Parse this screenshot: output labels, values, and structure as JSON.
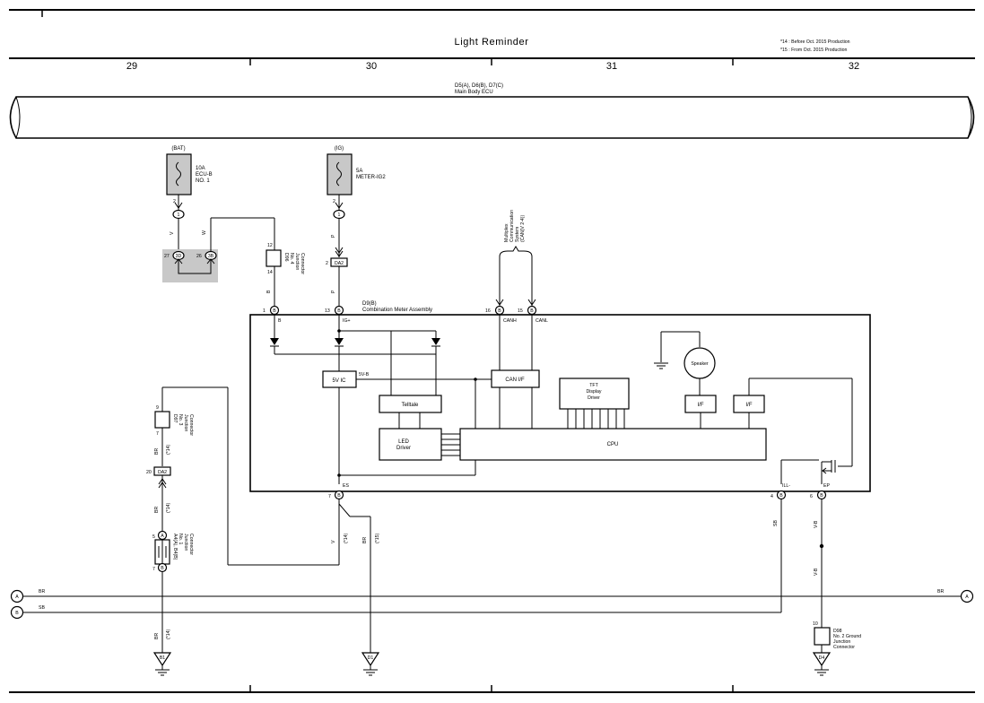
{
  "header": {
    "title": "Light Reminder",
    "notes": [
      "*14 : Before Oct. 2015 Production",
      "*15 : From Oct. 2015 Production"
    ],
    "columns": [
      "29",
      "30",
      "31",
      "32"
    ]
  },
  "ecu": {
    "code": "D5(A), D6(B), D7(C)",
    "name": "Main Body ECU"
  },
  "fuses": [
    {
      "source": "(BAT)",
      "rating": "10A",
      "name1": "ECU-B",
      "name2": "NO. 1",
      "pin_top": "2",
      "pin_conn": "1"
    },
    {
      "source": "(IG)",
      "rating": "5A",
      "name1": "METER-IG2",
      "name2": "",
      "pin_top": "2",
      "pin_conn": "1"
    }
  ],
  "bat_branch": {
    "wire_left": "V",
    "wire_right": "W",
    "pin_left": "27",
    "pin_left_conn": "3D",
    "pin_right": "26",
    "pin_right_conn": "3B"
  },
  "junction_d96": {
    "pin_top": "12",
    "pin_bottom": "14",
    "code": "D96",
    "name": [
      "No. 4",
      "Junction",
      "Connector"
    ],
    "wire": "B"
  },
  "ig_branch": {
    "wire_top": "P",
    "pin": "2",
    "conn": "DA2",
    "wire_bottom": "P"
  },
  "comm": {
    "label": [
      "Multiplex",
      "Communication",
      "System",
      "(CAN(V 2-4))"
    ]
  },
  "meter": {
    "code": "D9(B)",
    "name": "Combination Meter Assembly",
    "pins": {
      "b": {
        "num": "1",
        "conn": "B",
        "label": "B"
      },
      "ig": {
        "num": "13",
        "conn": "B",
        "label": "IG+"
      },
      "canh": {
        "num": "16",
        "conn": "B",
        "label": "CANH"
      },
      "canl": {
        "num": "15",
        "conn": "B",
        "label": "CANL"
      },
      "es": {
        "num": "7",
        "conn": "B",
        "label": "ES"
      },
      "ill": {
        "num": "4",
        "conn": "B",
        "label": "ILL-"
      },
      "ep": {
        "num": "6",
        "conn": "B",
        "label": "EP"
      }
    },
    "blocks": {
      "vic": "5V IC",
      "vb": "5V-B",
      "can_if": "CAN I/F",
      "telltale": "Telltale",
      "led": [
        "LED",
        "Driver"
      ],
      "tft": [
        "TFT",
        "Display",
        "Driver"
      ],
      "cpu": "CPU",
      "speaker": "Speaker",
      "if1": "I/F",
      "if2": "I/F"
    }
  },
  "junction_d97": {
    "pin_top": "9",
    "pin_bottom": "7",
    "code": "D97",
    "name": [
      "No. 3",
      "Junction",
      "Connector"
    ]
  },
  "left_chain": {
    "wire1": "BR",
    "wire1_note": "(*14)",
    "conn_pin": "20",
    "conn": "DA2",
    "wire2": "BR",
    "wire2_note": "(*14)",
    "jc_pin_top": "5",
    "jc_conn_top": "A",
    "jc_pin_bottom": "7",
    "jc_conn_bottom": "B",
    "jc_code": "A4(A), B4(B)",
    "jc_name": [
      "No. 1",
      "Junction",
      "Connector"
    ],
    "wire3": "BR",
    "wire3_note": "(*14)"
  },
  "es_wires": {
    "v": "V",
    "v_note": "(*14)",
    "br": "BR",
    "br_note": "(*15)"
  },
  "right_wires": {
    "sb": "SB",
    "vb1": "V-B",
    "vb2": "V-B"
  },
  "junction_d98": {
    "pin": "10",
    "code": "D98",
    "name": [
      "No. 2 Ground",
      "Junction",
      "Connector"
    ]
  },
  "buses": {
    "a": "A",
    "a_wire": "BR",
    "b": "B",
    "b_wire": "SB"
  },
  "grounds": [
    "B1",
    "D1",
    "D4"
  ]
}
